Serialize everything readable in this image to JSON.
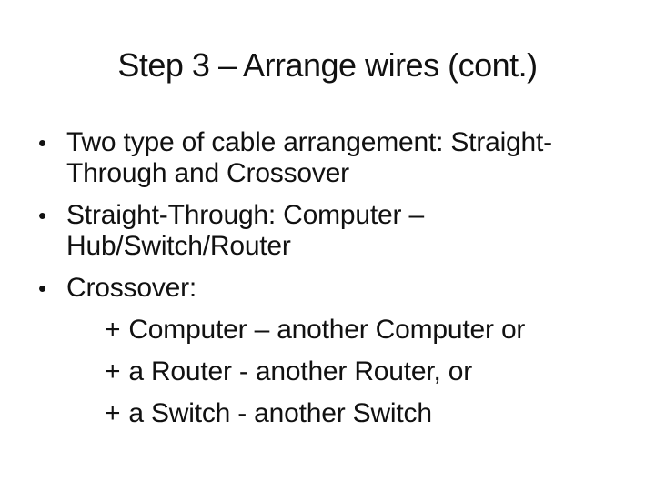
{
  "slide": {
    "title": "Step 3 – Arrange wires (cont.)",
    "bullets": [
      {
        "marker": "•",
        "lines": [
          "Two type of cable arrangement: Straight-",
          "Through and Crossover"
        ]
      },
      {
        "marker": "•",
        "lines": [
          "Straight-Through: Computer –",
          "Hub/Switch/Router"
        ]
      },
      {
        "marker": "•",
        "lines": [
          "Crossover:"
        ]
      },
      {
        "marker": "+",
        "lines": [
          "Computer – another Computer or"
        ]
      },
      {
        "marker": "+",
        "lines": [
          "a Router - another Router, or"
        ]
      },
      {
        "marker": "+",
        "lines": [
          "a Switch - another Switch"
        ]
      }
    ],
    "colors": {
      "background": "#ffffff",
      "text": "#111111"
    }
  }
}
